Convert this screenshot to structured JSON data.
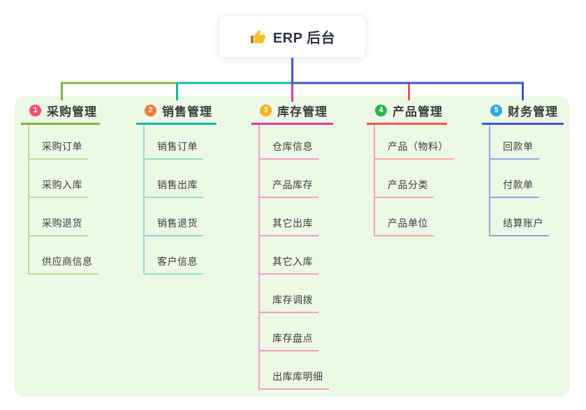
{
  "canvas": {
    "page_bg": "#ffffff",
    "panel_bg": "#ecf7e6",
    "text_color": "#3d3d3d"
  },
  "root": {
    "label": "ERP 后台",
    "icon": "thumbs-up-icon",
    "icon_color": "#f5c02a",
    "icon_cuff_color": "#b5712a",
    "line_color": "#3c55cf"
  },
  "branches": [
    {
      "index": "1",
      "label": "采购管理",
      "badge_color": "#f4516c",
      "line_color": "#7cb53e",
      "child_line_color": "#b9db8b",
      "children": [
        "采购订单",
        "采购入库",
        "采购退货",
        "供应商信息"
      ]
    },
    {
      "index": "2",
      "label": "销售管理",
      "badge_color": "#f6793b",
      "line_color": "#12b7a7",
      "child_line_color": "#93d9cf",
      "children": [
        "销售订单",
        "销售出库",
        "销售退货",
        "客户信息"
      ]
    },
    {
      "index": "3",
      "label": "库存管理",
      "badge_color": "#f9b115",
      "line_color": "#e0399d",
      "child_line_color": "#f29aca",
      "children": [
        "仓库信息",
        "产品库存",
        "其它出库",
        "其它入库",
        "库存调拨",
        "库存盘点",
        "出库库明细"
      ]
    },
    {
      "index": "4",
      "label": "产品管理",
      "badge_color": "#2ab44e",
      "line_color": "#f4534e",
      "child_line_color": "#f8a6a2",
      "children": [
        "产品（物料）",
        "产品分类",
        "产品单位"
      ]
    },
    {
      "index": "5",
      "label": "财务管理",
      "badge_color": "#29a6e0",
      "line_color": "#3c55cf",
      "child_line_color": "#92a7da",
      "children": [
        "回款单",
        "付款单",
        "结算账户"
      ]
    }
  ]
}
